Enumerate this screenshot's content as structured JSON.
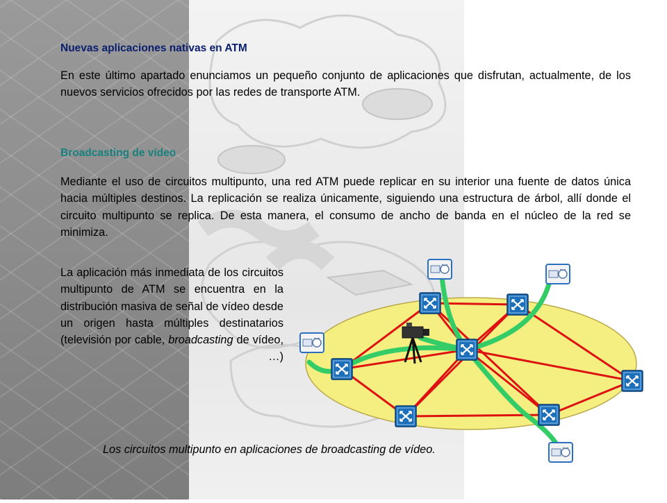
{
  "heading_1": "Nuevas aplicaciones nativas en ATM",
  "paragraph_1": "En este último apartado enunciamos un pequeño conjunto de aplicaciones que disfrutan, actualmente, de los nuevos servicios ofrecidos por las redes de transporte ATM.",
  "heading_2": "Broadcasting de vídeo",
  "paragraph_2": "Mediante el uso de circuitos multipunto, una red ATM puede replicar en su interior una fuente de datos única hacia múltiples destinos. La replicación se realiza únicamente, siguiendo una estructura de árbol, allí donde el circuito multipunto se replica. De esta manera, el consumo de ancho de banda en el núcleo de la red se minimiza.",
  "paragraph_3": {
    "before": "La aplicación más inmediata de los circuitos multipunto de ATM se encuentra en la distribución masiva de señal de vídeo desde un origen hasta múltiples destinatarios (televisión por cable, ",
    "emphasis": "broadcasting",
    "after": " de vídeo, …)"
  },
  "caption": "Los circuitos multipunto en aplicaciones de broadcasting de vídeo.",
  "colors": {
    "heading_1": "#0a1e6e",
    "heading_2": "#18807e",
    "ellipse_fill": "#f5ef82",
    "red_links": "#dd1111",
    "green_paths": "#33cc66",
    "switch_blue": "#1c6fb8",
    "terminal_fill": "#f3f3f3"
  },
  "icons": [
    "atm-switch-icon",
    "terminal-icon",
    "video-camera-icon"
  ]
}
